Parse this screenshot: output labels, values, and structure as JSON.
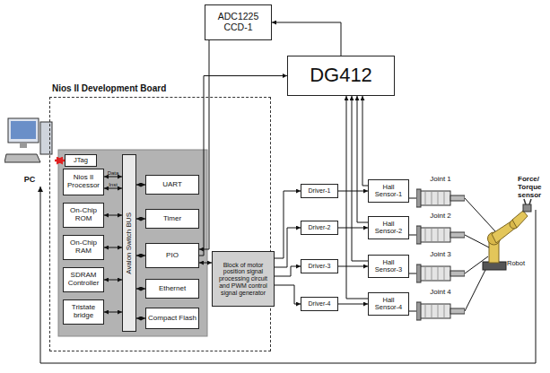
{
  "diagram": {
    "nodes": [
      {
        "text": [
          "PC"
        ]
      },
      {
        "text": [
          "ADC1225 CCD-1"
        ]
      },
      {
        "text": [
          "DG412"
        ]
      },
      {
        "text": [
          "Nios II Development Board"
        ]
      },
      {
        "text": [
          "JTag"
        ],
        "in": 3
      },
      {
        "text": [
          "Nios II Processor"
        ],
        "in": 3
      },
      {
        "text": [
          "On-Chip ROM"
        ],
        "in": 3
      },
      {
        "text": [
          "On-Chip RAM"
        ],
        "in": 3
      },
      {
        "text": [
          "SDRAM Controller"
        ],
        "in": 3
      },
      {
        "text": [
          "Tristate bridge"
        ],
        "in": 3
      },
      {
        "text": [
          "Avalon Switch BUS"
        ],
        "in": 3
      },
      {
        "text": [
          "UART"
        ],
        "in": 3
      },
      {
        "text": [
          "Timer"
        ],
        "in": 3
      },
      {
        "text": [
          "PIO"
        ],
        "in": 3
      },
      {
        "text": [
          "Ethernet"
        ],
        "in": 3
      },
      {
        "text": [
          "Compact Flash"
        ],
        "in": 3
      },
      {
        "text": [
          "Block of motor position signal processing circuit and PWM control signal generator"
        ]
      },
      {
        "text": [
          "Driver-1"
        ]
      },
      {
        "text": [
          "Driver-2"
        ]
      },
      {
        "text": [
          "Driver-3"
        ]
      },
      {
        "text": [
          "Driver-4"
        ]
      },
      {
        "text": [
          "Hall Sensor-1"
        ]
      },
      {
        "text": [
          "Hall Sensor-2"
        ]
      },
      {
        "text": [
          "Hall Sensor-3"
        ]
      },
      {
        "text": [
          "Hall Sensor-4"
        ]
      },
      {
        "text": [
          "Joint 1"
        ]
      },
      {
        "text": [
          "Joint 2"
        ]
      },
      {
        "text": [
          "Joint 3"
        ]
      },
      {
        "text": [
          "Joint 4"
        ]
      }
    ],
    "edges": [
      {
        "from": 0,
        "to": 4,
        "arrow": "both"
      },
      {
        "from": 5,
        "to": 10,
        "label": "Data",
        "arrow": "both"
      },
      {
        "from": 5,
        "to": 10,
        "label": "Inst",
        "arrow": "both"
      },
      {
        "from": 6,
        "to": 10,
        "arrow": "both"
      },
      {
        "from": 7,
        "to": 10,
        "arrow": "both"
      },
      {
        "from": 8,
        "to": 10,
        "arrow": "both"
      },
      {
        "from": 9,
        "to": 10,
        "arrow": "both"
      },
      {
        "from": 10,
        "to": 11,
        "arrow": "both"
      },
      {
        "from": 10,
        "to": 12,
        "arrow": "both"
      },
      {
        "from": 10,
        "to": 13,
        "arrow": "both"
      },
      {
        "from": 10,
        "to": 14,
        "arrow": "both"
      },
      {
        "from": 10,
        "to": 15,
        "arrow": "both"
      },
      {
        "from": 1,
        "to": 13,
        "arrow": "to"
      },
      {
        "from": 13,
        "to": 2,
        "arrow": "to"
      },
      {
        "from": 2,
        "to": 1,
        "arrow": "to"
      },
      {
        "from": 13,
        "to": 16,
        "arrow": "both"
      },
      {
        "from": 16,
        "to": 17,
        "arrow": "to"
      },
      {
        "from": 16,
        "to": 18,
        "arrow": "to"
      },
      {
        "from": 16,
        "to": 19,
        "arrow": "to"
      },
      {
        "from": 16,
        "to": 20,
        "arrow": "to"
      },
      {
        "from": 17,
        "to": 21,
        "arrow": "to"
      },
      {
        "from": 18,
        "to": 22,
        "arrow": "to"
      },
      {
        "from": 19,
        "to": 23,
        "arrow": "to"
      },
      {
        "from": 20,
        "to": 24,
        "arrow": "to"
      },
      {
        "from": 21,
        "to": 2,
        "arrow": "to"
      },
      {
        "from": 22,
        "to": 2,
        "arrow": "to"
      },
      {
        "from": 23,
        "to": 2,
        "arrow": "to"
      },
      {
        "from": 24,
        "to": 2,
        "arrow": "to"
      },
      {
        "from": 21,
        "to": 25,
        "arrow": "none"
      },
      {
        "from": 22,
        "to": 26,
        "arrow": "none"
      },
      {
        "from": 23,
        "to": 27,
        "arrow": "none"
      },
      {
        "from": 24,
        "to": 28,
        "arrow": "none"
      }
    ],
    "labels": [
      "Force/ Torque sensor",
      "Robot"
    ]
  }
}
